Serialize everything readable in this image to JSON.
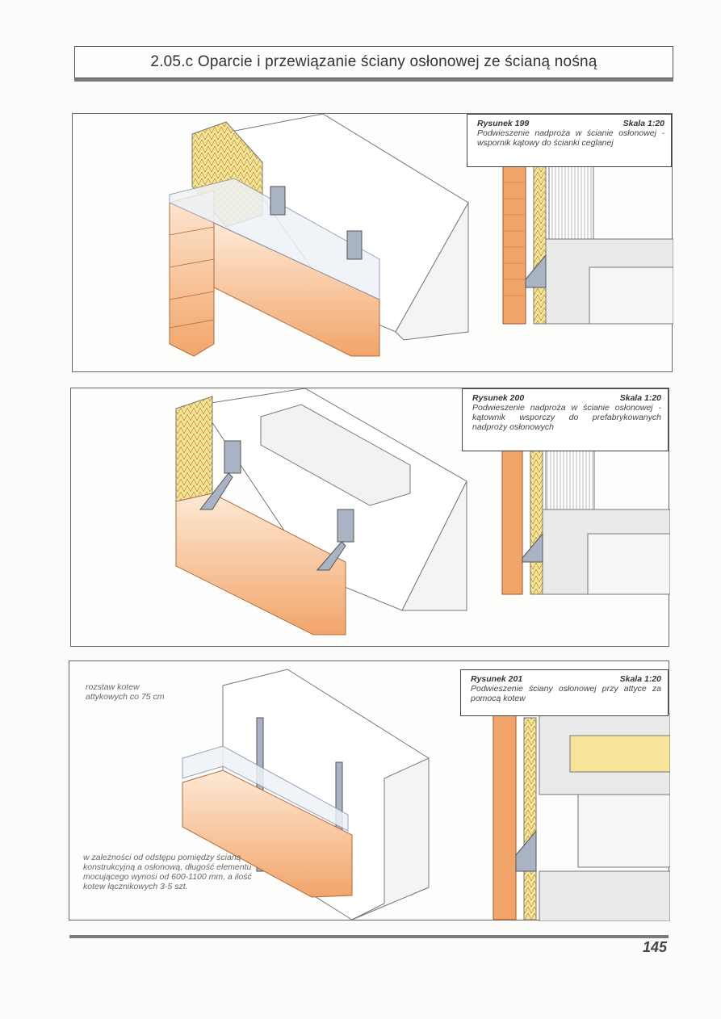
{
  "header": {
    "title": "2.05.c  Oparcie i przewiązanie ściany osłonowej ze ścianą nośną"
  },
  "figures": [
    {
      "number": "Rysunek 199",
      "scale": "Skala 1:20",
      "description": "Podwieszenie nadproża w ścianie osłonowej - wspornik kątowy do ścianki ceglanej"
    },
    {
      "number": "Rysunek 200",
      "scale": "Skala 1:20",
      "description": "Podwieszenie nadproża w ścianie osłonowej - kątownik wsporczy do prefabrykowanych nadproży osłonowych"
    },
    {
      "number": "Rysunek 201",
      "scale": "Skala 1:20",
      "description": "Podwieszenie ściany osłonowej przy attyce za pomocą kotew"
    }
  ],
  "notes": {
    "anchor_spacing": "rozstaw kotew attykowych co 75 cm",
    "length_note": "w zależności od odstępu pomiędzy ścianą konstrukcyjną a osłonową, długość elementu mocującego wynosi od 600-1100 mm, a ilość kotew łącznikowych 3-5 szt."
  },
  "page_number": "145",
  "colors": {
    "brick": "#f2a56a",
    "brick_light": "#fbd8b8",
    "insulation": "#f7e39a",
    "concrete": "#e9e9e9",
    "steel": "#a9b3c4"
  }
}
